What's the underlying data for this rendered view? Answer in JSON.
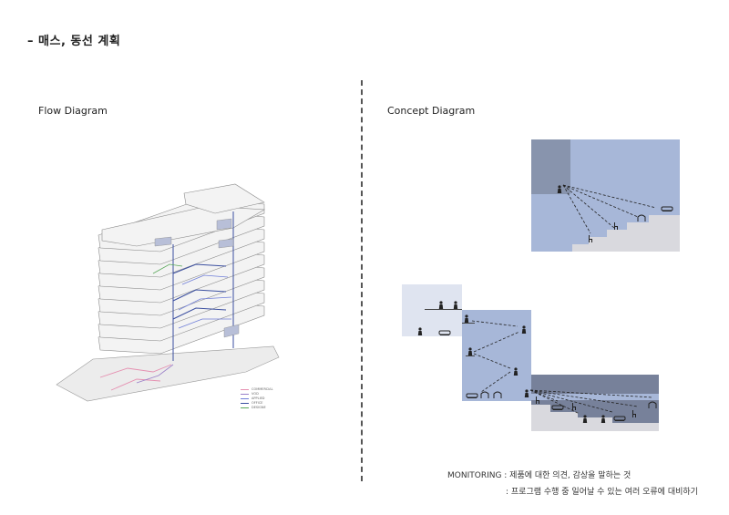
{
  "page": {
    "heading": "– 매스, 동선 계획",
    "flow_title": "Flow Diagram",
    "concept_title": "Concept Diagram"
  },
  "legend": [
    {
      "label": "COMMERCIAL",
      "color": "#e58fb0"
    },
    {
      "label": "VOD",
      "color": "#9a7fc8"
    },
    {
      "label": "APPLIED",
      "color": "#6f7ed8"
    },
    {
      "label": "OFFICE",
      "color": "#3b4fa0"
    },
    {
      "label": "DESIGNE",
      "color": "#5aa85a"
    }
  ],
  "monitoring": {
    "line1": "MONITORING : 제품에 대한 의견, 감상을 말하는 것",
    "line2": ": 프로그램 수행 중 일어날 수 있는 여러 오류에 대비하기"
  },
  "colors": {
    "light_blue": "#a7b7d8",
    "mid_blue": "#8fa3cd",
    "dark_block": "#8894ad",
    "stair_gray": "#d9d9de",
    "pale_blue": "#dfe4f0",
    "slate": "#77819a"
  }
}
